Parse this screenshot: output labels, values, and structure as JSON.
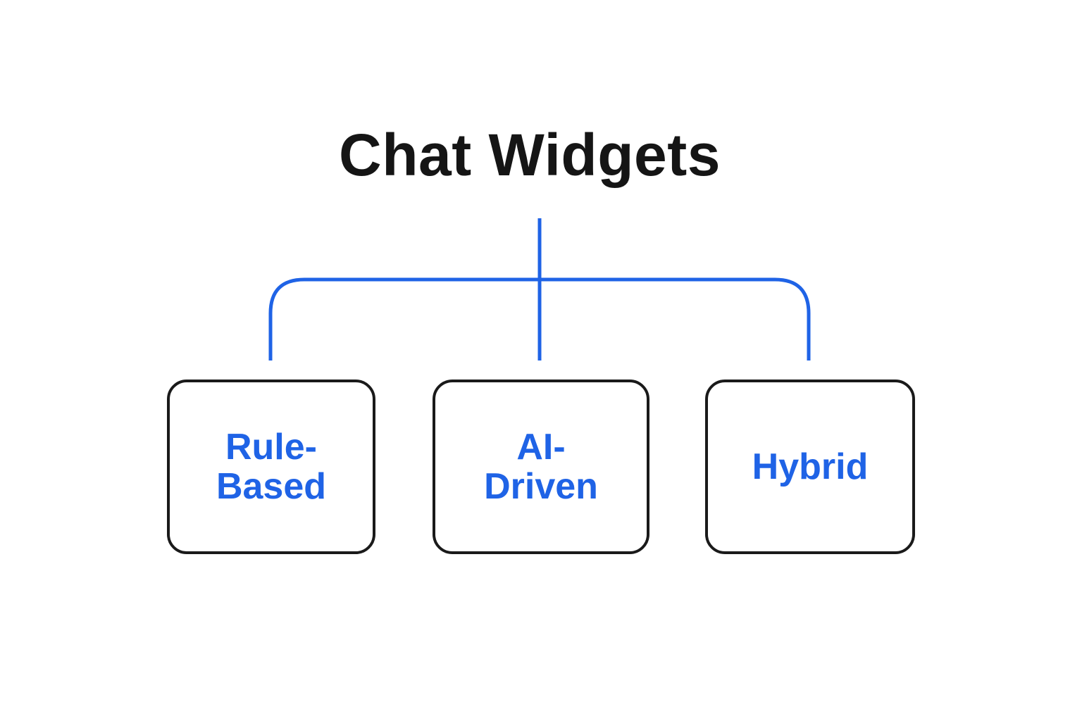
{
  "diagram": {
    "title": "Chat Widgets",
    "colors": {
      "accent": "#1f63e6",
      "text": "#151515",
      "border": "#1a1a1a",
      "background": "#ffffff"
    },
    "nodes": [
      {
        "label": "Rule-\nBased"
      },
      {
        "label": "AI-\nDriven"
      },
      {
        "label": "Hybrid"
      }
    ]
  }
}
